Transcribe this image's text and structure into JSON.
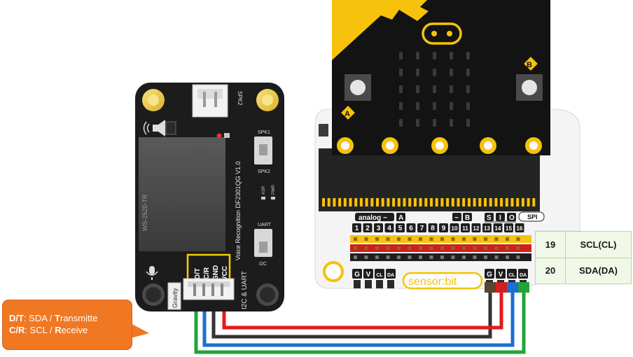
{
  "voice_module": {
    "title": "Voice Recognition DF2301QG V1.0",
    "chip_label": "WS-2520-TR",
    "spk1": "SPK1",
    "spk2": "SPK2",
    "spk2_connector": "SPK2",
    "asr": "ASR",
    "pwr": "PWR",
    "uart": "UART",
    "i2c": "I2C",
    "i2c_uart": "I2C & UART",
    "gravity": "Gravity",
    "pins": [
      "D/T",
      "C/R",
      "GND",
      "VCC"
    ]
  },
  "microbit": {
    "button_a": "A",
    "button_b": "B"
  },
  "expansion": {
    "analog_label": "analog ~",
    "analog_a": "A",
    "tilde": "~",
    "b": "B",
    "s": "S",
    "i": "I",
    "o": "O",
    "spi": "SPI",
    "pin_numbers": [
      "1",
      "2",
      "3",
      "4",
      "5",
      "6",
      "7",
      "8",
      "9",
      "10",
      "11",
      "12",
      "13",
      "14",
      "15",
      "16"
    ],
    "bottom_pins_left": [
      "G",
      "V",
      "CL",
      "DA"
    ],
    "bottom_pins_right": [
      "G",
      "V",
      "CL",
      "DA"
    ],
    "logo": "sensor:bit"
  },
  "callout": {
    "line1_prefix": "D/T",
    "line1_text": ": SDA / ",
    "line1_bold": "T",
    "line1_rest": "ransmitte",
    "line2_prefix": "C/R",
    "line2_text": ": SCL / ",
    "line2_bold": "R",
    "line2_rest": "eceive"
  },
  "pin_table": [
    {
      "pin": "19",
      "signal": "SCL(CL)"
    },
    {
      "pin": "20",
      "signal": "SDA(DA)"
    }
  ],
  "colors": {
    "wire_green": "#20a53a",
    "wire_blue": "#1c6fd0",
    "wire_dark": "#333333",
    "wire_red": "#e31b1b",
    "callout": "#f07822",
    "microbit_yellow": "#f6c20b"
  }
}
